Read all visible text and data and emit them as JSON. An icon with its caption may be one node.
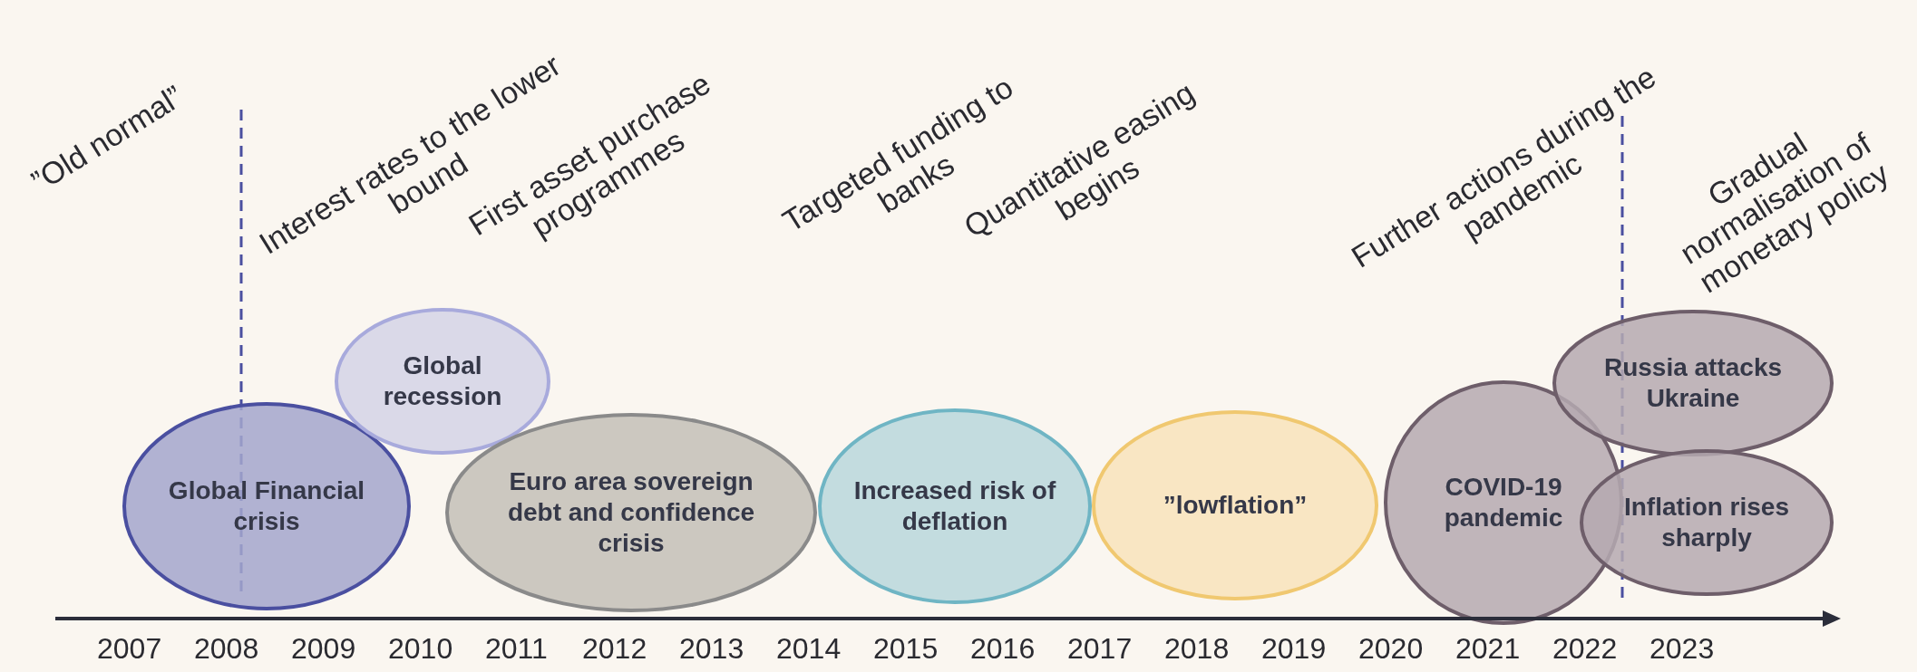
{
  "diagram": {
    "nodes": [
      {
        "text": [
          "Global Financial crisis"
        ]
      },
      {
        "text": [
          "Global recession"
        ]
      },
      {
        "text": [
          "Euro area sovereign debt and confidence crisis"
        ]
      },
      {
        "text": [
          "Increased risk of deflation"
        ]
      },
      {
        "text": [
          "”lowflation”"
        ]
      },
      {
        "text": [
          "COVID-19 pandemic"
        ]
      },
      {
        "text": [
          "Russia attacks Ukraine"
        ]
      },
      {
        "text": [
          "Inflation rises sharply"
        ]
      }
    ],
    "labels": [
      "”Old normal”",
      "Interest rates to the lower bound",
      "First asset purchase programmes",
      "Targeted funding to banks",
      "Quantitative easing begins",
      "Further actions during the pandemic",
      "Gradual normalisation of monetary policy",
      "2007",
      "2008",
      "2009",
      "2010",
      "2011",
      "2012",
      "2013",
      "2014",
      "2015",
      "2016",
      "2017",
      "2018",
      "2019",
      "2020",
      "2021",
      "2022",
      "2023"
    ]
  }
}
